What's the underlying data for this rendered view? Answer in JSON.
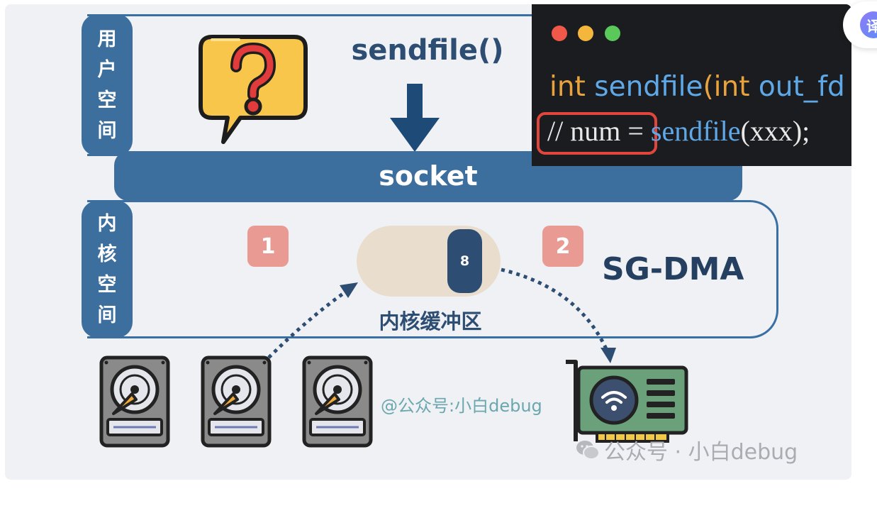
{
  "user_space_label": [
    "用",
    "户",
    "空",
    "间"
  ],
  "kernel_space_label": [
    "内",
    "核",
    "空",
    "间"
  ],
  "title": "sendfile()",
  "socket_label": "socket",
  "steps": [
    "1",
    "2"
  ],
  "sgdma_label": "SG-DMA",
  "buffer_label": "内核缓冲区",
  "buffer_value": "8",
  "watermark_inline": "@公众号:小白debug",
  "watermark_corner": "公众号 · 小白debug",
  "code": {
    "line1": [
      {
        "text": "int",
        "color": "#e8a33d"
      },
      {
        "text": " sendfile",
        "color": "#5fa8e8"
      },
      {
        "text": "(",
        "color": "#e8a33d"
      },
      {
        "text": "int",
        "color": "#e8a33d"
      },
      {
        "text": " out_fd",
        "color": "#5fa8e8"
      }
    ],
    "line2": [
      {
        "text": "// num = ",
        "color": "#e8e8e8"
      },
      {
        "text": "sendfile",
        "color": "#5fa8e8"
      },
      {
        "text": "(xxx);",
        "color": "#e8e8e8"
      }
    ]
  },
  "translate_glyph": "译",
  "colors": {
    "primary_blue": "#3d6f9e",
    "step_badge": "#e99b93",
    "highlight_red": "#e0463c"
  }
}
